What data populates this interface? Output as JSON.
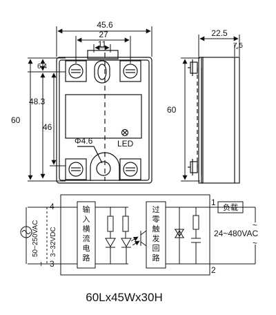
{
  "dimensions": {
    "width_total": "45.6",
    "width_mount": "27",
    "width_slot": "11",
    "height_total": "60",
    "height_mount": "48.3",
    "height_inner": "46",
    "offset_top": "6.4",
    "hole_dia": "Φ4.6",
    "led": "LED",
    "depth_total": "22.5",
    "depth_base": "7.5",
    "side_height": "60"
  },
  "circuit": {
    "term_input_neg": "4",
    "term_input_pos": "3",
    "sign_neg": "-",
    "sign_pos": "+",
    "input_ac": "50~250VAC",
    "input_dc": "3~32VDC",
    "block_input": [
      "输",
      "入",
      "横",
      "流",
      "电",
      "路"
    ],
    "block_zero": [
      "过",
      "零",
      "触",
      "发",
      "回",
      "路"
    ],
    "term_out_1": "1",
    "term_out_2": "2",
    "load": "负载",
    "output_voltage": "24~480VAC",
    "ac_symbol": "~"
  },
  "caption": "60Lx45Wx30H"
}
